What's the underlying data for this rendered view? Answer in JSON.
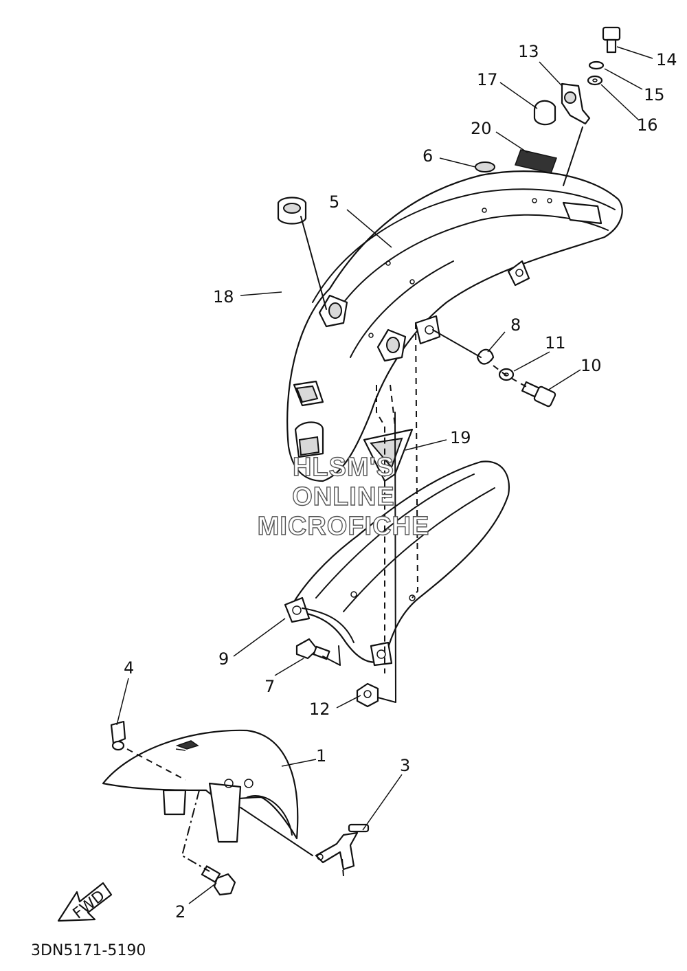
{
  "diagram": {
    "code": "3DN5171-5190",
    "watermark": [
      "HLSM'S",
      "ONLINE",
      "MICROFICHE"
    ],
    "fwd_label": "FWD",
    "callouts": [
      "1",
      "2",
      "3",
      "4",
      "5",
      "6",
      "7",
      "8",
      "9",
      "10",
      "11",
      "12",
      "13",
      "14",
      "15",
      "16",
      "17",
      "18",
      "19",
      "20"
    ]
  }
}
